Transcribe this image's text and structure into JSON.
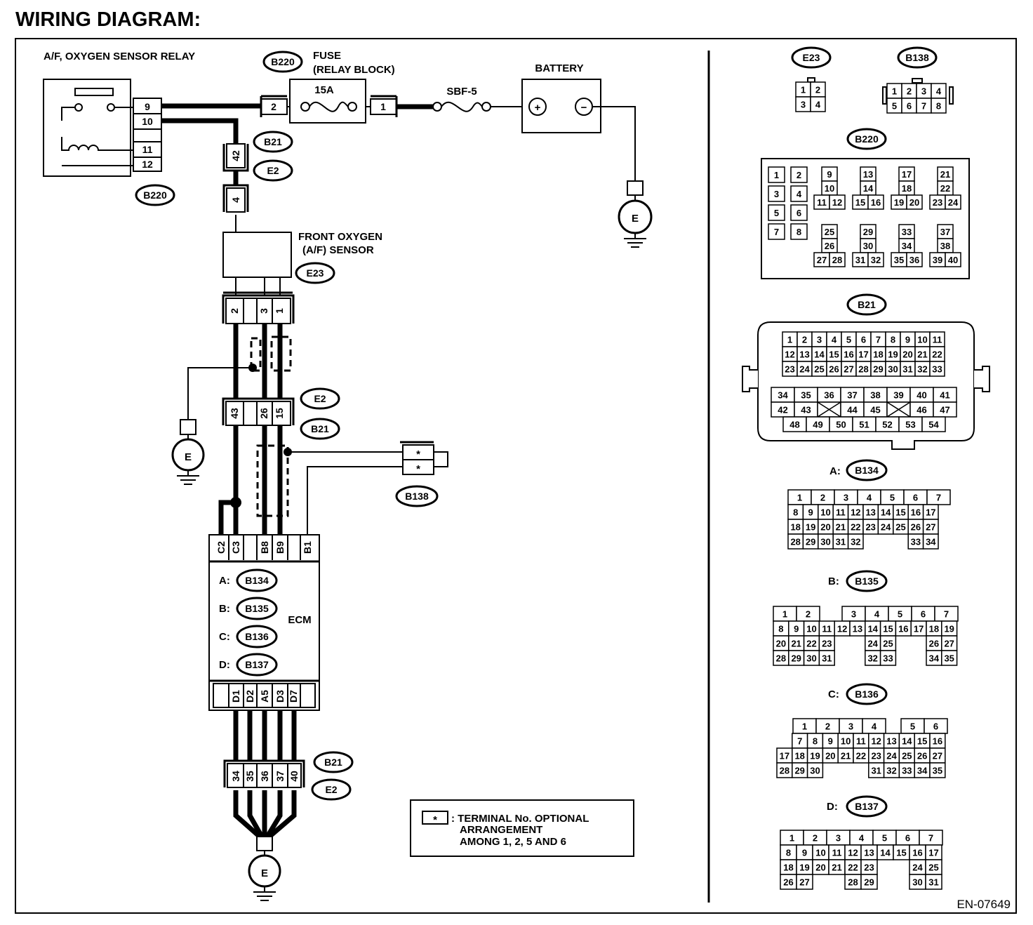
{
  "header": {
    "title": "WIRING DIAGRAM:"
  },
  "figure_code": "EN-07649",
  "components": {
    "relay": "A/F, OXYGEN SENSOR RELAY",
    "fuse_title": "FUSE",
    "fuse_subtitle": "(RELAY BLOCK)",
    "fuse_rating": "15A",
    "battery": "BATTERY",
    "sbf": "SBF-5",
    "sensor_l1": "FRONT OXYGEN",
    "sensor_l2": "(A/F) SENSOR",
    "ecm": "ECM",
    "ground": "E",
    "battery_plus": "+",
    "battery_minus": "−",
    "optional_mark": "*"
  },
  "connector_tags": {
    "b220": "B220",
    "b21": "B21",
    "e2": "E2",
    "e23": "E23",
    "b138": "B138",
    "b134": "B134",
    "b135": "B135",
    "b136": "B136",
    "b137": "B137"
  },
  "ecm_connectors": [
    {
      "prefix": "A:",
      "tag": "B134"
    },
    {
      "prefix": "B:",
      "tag": "B135"
    },
    {
      "prefix": "C:",
      "tag": "B136"
    },
    {
      "prefix": "D:",
      "tag": "B137"
    }
  ],
  "relay_pins": [
    "9",
    "10",
    "11",
    "12"
  ],
  "fuse_pins": [
    "2",
    "1"
  ],
  "b21_upper_pins": [
    "42",
    "4"
  ],
  "sensor_pins": [
    "2",
    "3",
    "1"
  ],
  "mid_pins": [
    "43",
    "26",
    "15"
  ],
  "b138_pins": [
    "*",
    "*"
  ],
  "ecm_top_pins": [
    "C2",
    "C3",
    "B8",
    "B9",
    "B1"
  ],
  "ecm_bottom_pins": [
    "D1",
    "D2",
    "A5",
    "D3",
    "D7"
  ],
  "bottom_pins": [
    "34",
    "35",
    "36",
    "37",
    "40"
  ],
  "note": {
    "mark": "*",
    "line1": ": TERMINAL No. OPTIONAL",
    "line2": "ARRANGEMENT",
    "line3": "AMONG 1, 2, 5 AND 6"
  },
  "views": {
    "e23": [
      [
        "1",
        "2"
      ],
      [
        "3",
        "4"
      ]
    ],
    "b138": [
      [
        "1",
        "2",
        "3",
        "4"
      ],
      [
        "5",
        "6",
        "7",
        "8"
      ]
    ],
    "b220": {
      "pairs": [
        [
          "1",
          "2"
        ],
        [
          "3",
          "4"
        ],
        [
          "5",
          "6"
        ],
        [
          "7",
          "8"
        ]
      ],
      "groups": [
        [
          "9",
          "10",
          "11",
          "12"
        ],
        [
          "13",
          "14",
          "15",
          "16"
        ],
        [
          "17",
          "18",
          "19",
          "20"
        ],
        [
          "21",
          "22",
          "23",
          "24"
        ],
        [
          "25",
          "26",
          "27",
          "28"
        ],
        [
          "29",
          "30",
          "31",
          "32"
        ],
        [
          "33",
          "34",
          "35",
          "36"
        ],
        [
          "37",
          "38",
          "39",
          "40"
        ]
      ]
    },
    "b21": {
      "rows": [
        [
          "1",
          "2",
          "3",
          "4",
          "5",
          "6",
          "7",
          "8",
          "9",
          "10",
          "11"
        ],
        [
          "12",
          "13",
          "14",
          "15",
          "16",
          "17",
          "18",
          "19",
          "20",
          "21",
          "22"
        ],
        [
          "23",
          "24",
          "25",
          "26",
          "27",
          "28",
          "29",
          "30",
          "31",
          "32",
          "33"
        ],
        [
          "34",
          "35",
          "36",
          "37",
          "38",
          "39",
          "40",
          "41"
        ],
        [
          "42",
          "43",
          "",
          "44",
          "45",
          "",
          "46",
          "47"
        ],
        [
          "48",
          "49",
          "50",
          "51",
          "52",
          "53",
          "54"
        ]
      ]
    },
    "a": {
      "rows": [
        [
          "1",
          "2",
          "3",
          "4",
          "5",
          "6",
          "7"
        ],
        [
          "8",
          "9",
          "10",
          "11",
          "12",
          "13",
          "14",
          "15",
          "16",
          "17"
        ],
        [
          "18",
          "19",
          "20",
          "21",
          "22",
          "23",
          "24",
          "25",
          "26",
          "27"
        ],
        [
          "28",
          "29",
          "30",
          "31",
          "32",
          "",
          "",
          "",
          "33",
          "34"
        ]
      ]
    },
    "b": {
      "rows": [
        [
          "1",
          "2",
          "",
          "3",
          "4",
          "5",
          "6",
          "7"
        ],
        [
          "8",
          "9",
          "10",
          "11",
          "12",
          "13",
          "14",
          "15",
          "16",
          "17",
          "18",
          "19"
        ],
        [
          "20",
          "21",
          "22",
          "23",
          "",
          "",
          "24",
          "25",
          "",
          "",
          "26",
          "27"
        ],
        [
          "28",
          "29",
          "30",
          "31",
          "",
          "",
          "32",
          "33",
          "",
          "",
          "34",
          "35"
        ]
      ]
    },
    "c": {
      "rows": [
        [
          "1",
          "2",
          "3",
          "4",
          "",
          "5",
          "6"
        ],
        [
          "",
          "7",
          "8",
          "9",
          "10",
          "11",
          "12",
          "13",
          "14",
          "15",
          "16"
        ],
        [
          "17",
          "18",
          "19",
          "20",
          "21",
          "22",
          "23",
          "24",
          "25",
          "26",
          "27"
        ],
        [
          "28",
          "29",
          "30",
          "",
          "",
          "",
          "31",
          "32",
          "33",
          "34",
          "35"
        ]
      ]
    },
    "d": {
      "rows": [
        [
          "1",
          "2",
          "3",
          "4",
          "5",
          "6",
          "7"
        ],
        [
          "8",
          "9",
          "10",
          "11",
          "12",
          "13",
          "14",
          "15",
          "16",
          "17"
        ],
        [
          "18",
          "19",
          "20",
          "21",
          "22",
          "23",
          "",
          "",
          "24",
          "25"
        ],
        [
          "26",
          "27",
          "",
          "",
          "28",
          "29",
          "",
          "",
          "30",
          "31"
        ]
      ]
    }
  }
}
